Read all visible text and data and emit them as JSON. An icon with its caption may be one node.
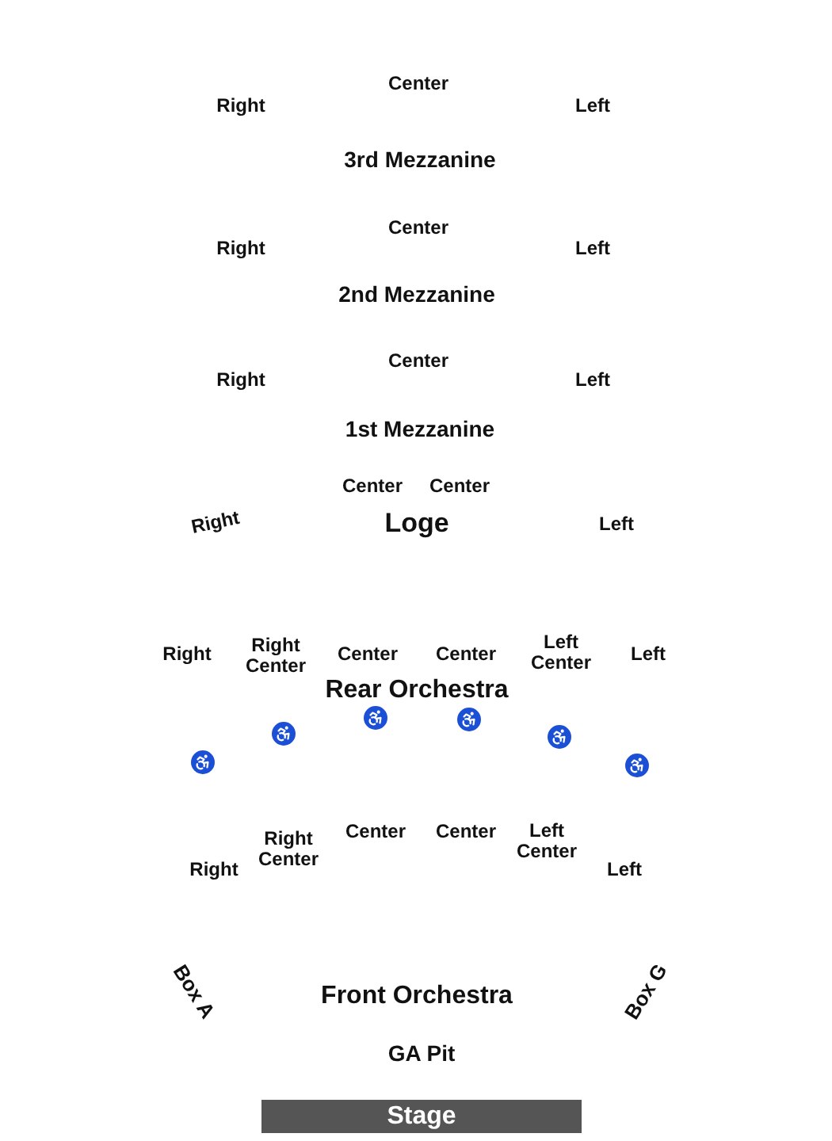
{
  "diagram": {
    "nodes": [
      {
        "text": [
          "Stage"
        ]
      }
    ],
    "labels": [
      "Center",
      "Right",
      "Left",
      "3rd Mezzanine",
      "Center",
      "Right",
      "Left",
      "2nd Mezzanine",
      "Center",
      "Right",
      "Left",
      "1st Mezzanine",
      "Center",
      "Center",
      "Right",
      "Loge",
      "Left",
      "Right",
      "Right Center",
      "Center",
      "Center",
      "Left Center",
      "Left",
      "Rear Orchestra",
      "Right Center",
      "Center",
      "Center",
      "Left Center",
      "Right",
      "Left",
      "Box A",
      "Front Orchestra",
      "Box G",
      "GA Pit"
    ]
  }
}
